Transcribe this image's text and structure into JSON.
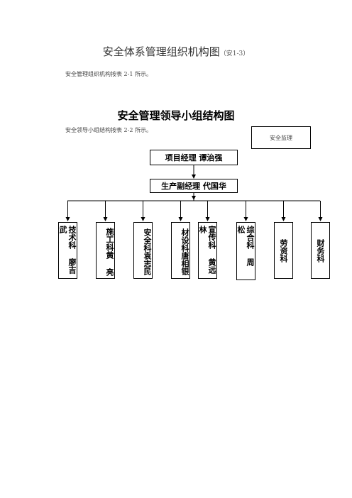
{
  "doc": {
    "title": "安全体系管理组织机构图",
    "title_note": "（安1-3）",
    "intro1": "安全管理组织机构按表 2-1 所示。",
    "heading": "安全管理领导小组结构图",
    "intro2": "安全领导小组结构按表 2-2 所示。"
  },
  "chart": {
    "supervisor": "安全监理",
    "manager": "项目经理  谭治强",
    "deputy": "生产副经理  代国华",
    "departments": [
      "技术科  廖吉武",
      "施工科黄  亮",
      "安全科袁志民",
      "材设科唐相银",
      "宣传科  黄远林",
      "综合科  周  松",
      "劳资科",
      "财务科"
    ]
  }
}
